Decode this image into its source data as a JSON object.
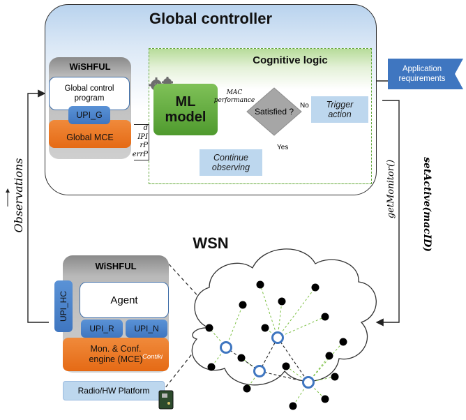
{
  "global_controller": {
    "title": "Global controller",
    "wishful_label": "WiSHFUL",
    "global_control_program": "Global control program",
    "upi_g": "UPI_G",
    "global_mce": "Global MCE",
    "params": [
      "d",
      "IPI",
      "rP",
      "errP"
    ]
  },
  "cognitive_logic": {
    "title": "Cognitive logic",
    "ml_model": "ML model",
    "mac_performance": "MAC performance",
    "satisfied": "Satisfied ?",
    "no_label": "No",
    "yes_label": "Yes",
    "trigger_action": "Trigger action",
    "continue_observing": "Continue observing"
  },
  "application_requirements": "Application requirements",
  "side_labels": {
    "observations": "Observations",
    "get_monitor": "getMonitor()",
    "set_active": "setActive(macID)"
  },
  "wsn": {
    "title": "WSN",
    "wishful_label": "WiSHFUL",
    "upi_hc": "UPI_HC",
    "agent": "Agent",
    "upi_r": "UPI_R",
    "upi_n": "UPI_N",
    "mce": "Mon. & Conf. engine (MCE)",
    "contiki": "Contiki",
    "radio_platform": "Radio/HW Platform"
  },
  "colors": {
    "accent_blue": "#3f76c0",
    "orange": "#e56a15",
    "green": "#62a63a",
    "link_green": "#7cc043"
  }
}
